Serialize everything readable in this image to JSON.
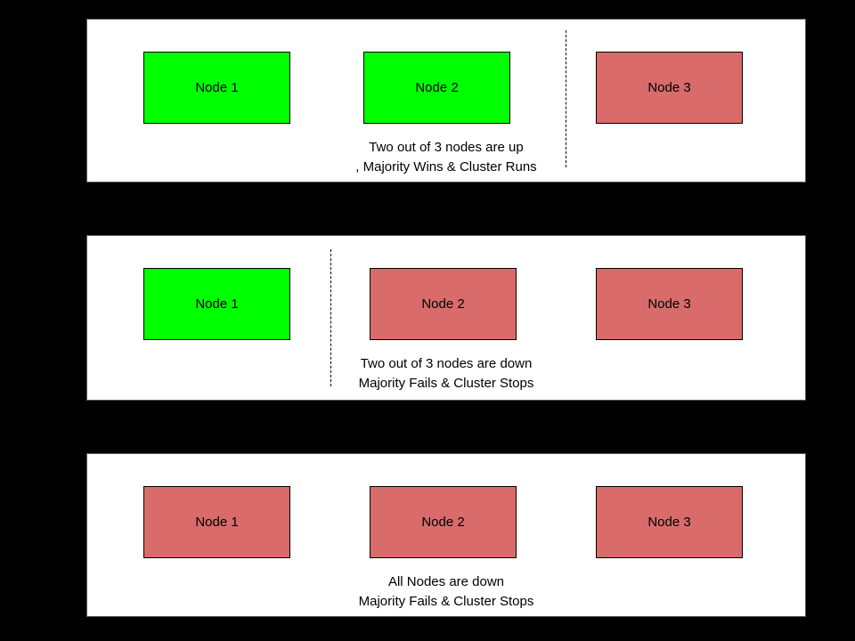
{
  "colors": {
    "background": "#000000",
    "panel_background": "#ffffff",
    "panel_border": "#595959",
    "node_up": "#00ff00",
    "node_down": "#d96b6b",
    "node_border": "#000000",
    "divider": "#000000",
    "text": "#000000"
  },
  "panels": [
    {
      "nodes": [
        {
          "label": "Node 1",
          "status": "up"
        },
        {
          "label": "Node 2",
          "status": "up"
        },
        {
          "label": "Node 3",
          "status": "down"
        }
      ],
      "caption_line1": "Two out of 3 nodes are up",
      "caption_line2": ", Majority Wins & Cluster Runs"
    },
    {
      "nodes": [
        {
          "label": "Node 1",
          "status": "up"
        },
        {
          "label": "Node 2",
          "status": "down"
        },
        {
          "label": "Node 3",
          "status": "down"
        }
      ],
      "caption_line1": "Two out of 3 nodes are down",
      "caption_line2": "Majority Fails & Cluster Stops"
    },
    {
      "nodes": [
        {
          "label": "Node 1",
          "status": "down"
        },
        {
          "label": "Node 2",
          "status": "down"
        },
        {
          "label": "Node 3",
          "status": "down"
        }
      ],
      "caption_line1": "All Nodes are down",
      "caption_line2": "Majority Fails & Cluster Stops"
    }
  ]
}
